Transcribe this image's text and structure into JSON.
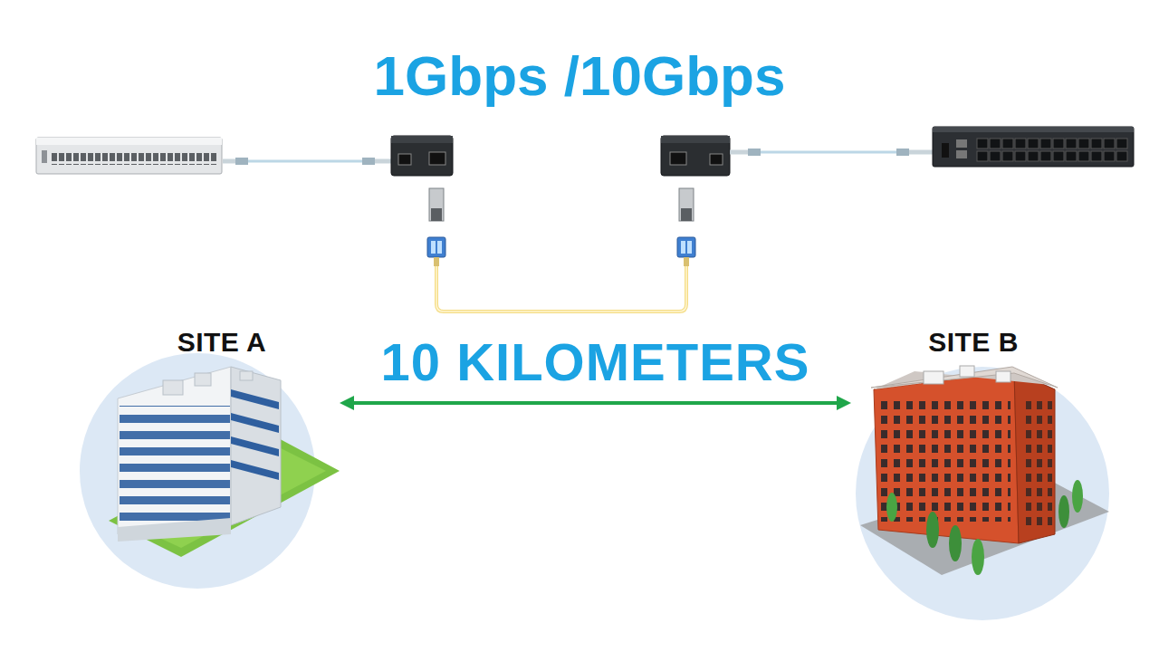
{
  "diagram": {
    "title": "1Gbps /10Gbps",
    "nodes": [
      {
        "text": [
          "SITE A"
        ]
      },
      {
        "text": [
          "SITE B"
        ]
      }
    ],
    "edges": [
      {
        "from": 0,
        "to": 1,
        "label": "10 KILOMETERS",
        "arrow": "both"
      }
    ]
  }
}
